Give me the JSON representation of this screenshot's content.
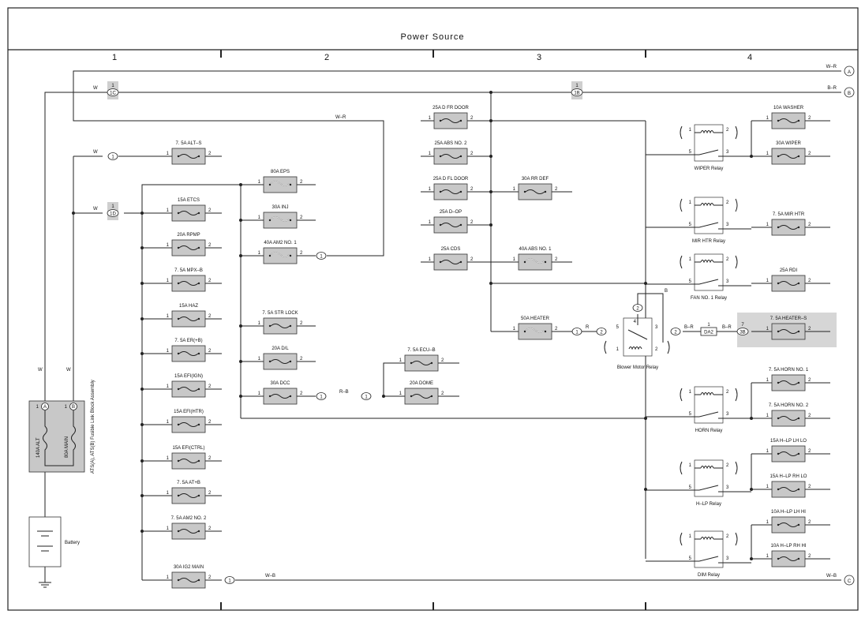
{
  "title": "Power Source",
  "columns": [
    "1",
    "2",
    "3",
    "4"
  ],
  "fuses": [
    {
      "label": "7. 5A ALT–S"
    },
    {
      "label": "15A ETCS"
    },
    {
      "label": "20A RPMP"
    },
    {
      "label": "7. 5A MPX–B"
    },
    {
      "label": "15A HAZ"
    },
    {
      "label": "7. 5A ER(+B)"
    },
    {
      "label": "15A EFI(IGN)"
    },
    {
      "label": "15A EFI(HTR)"
    },
    {
      "label": "15A EFI(CTRL)"
    },
    {
      "label": "7. 5A AT+B"
    },
    {
      "label": "7. 5A AM2 NO. 2"
    },
    {
      "label": "30A IG2 MAIN"
    },
    {
      "label": "80A EPS"
    },
    {
      "label": "30A INJ"
    },
    {
      "label": "40A AM2 NO. 1"
    },
    {
      "label": "7. 5A STR LOCK"
    },
    {
      "label": "20A D/L"
    },
    {
      "label": "30A DCC"
    },
    {
      "label": "7. 5A ECU–B"
    },
    {
      "label": "20A DOME"
    },
    {
      "label": "25A D FR DOOR"
    },
    {
      "label": "25A ABS NO. 2"
    },
    {
      "label": "25A D FL DOOR"
    },
    {
      "label": "25A D–OP"
    },
    {
      "label": "25A CDS"
    },
    {
      "label": "30A RR DEF"
    },
    {
      "label": "40A ABS NO. 1"
    },
    {
      "label": "50A HEATER"
    },
    {
      "label": "10A WASHER"
    },
    {
      "label": "30A WIPER"
    },
    {
      "label": "7. 5A MIR HTR"
    },
    {
      "label": "25A RDI"
    },
    {
      "label": "7. 5A HEATER–S"
    },
    {
      "label": "7. 5A HORN NO. 1"
    },
    {
      "label": "7. 5A HORN NO. 2"
    },
    {
      "label": "15A H–LP LH LO"
    },
    {
      "label": "15A H–LP RH LO"
    },
    {
      "label": "10A H–LP LH HI"
    },
    {
      "label": "10A H–LP RH HI"
    }
  ],
  "relays": [
    {
      "label": "WIPER Relay"
    },
    {
      "label": "MIR HTR Relay"
    },
    {
      "label": "FAN NO. 1 Relay"
    },
    {
      "label": "HORN Relay"
    },
    {
      "label": "H–LP Relay"
    },
    {
      "label": "DIM Relay"
    },
    {
      "label": "Blower Motor Relay"
    }
  ],
  "fusible_link_block": {
    "label": "ATS(A), ATS(B) Fusible Link Block Assembly",
    "link_a": "140A ALT",
    "link_b": "80A MAIN"
  },
  "battery_label": "Battery",
  "outputs": [
    {
      "id": "A",
      "wire": "W–R"
    },
    {
      "id": "B",
      "wire": "B–R"
    },
    {
      "id": "C",
      "wire": "W–B"
    }
  ],
  "wire_colors": {
    "w": "W",
    "wr": "W–R",
    "br": "B–R",
    "rb": "R–B",
    "r": "R",
    "b": "B",
    "wb": "W–B"
  },
  "connectors": {
    "c1c": "1C",
    "c1b": "1B",
    "c1d": "1D",
    "c1": "1",
    "c2": "2",
    "c3b": "3B",
    "da2": "DA2",
    "pin_a": "A",
    "pin_b": "B"
  },
  "pins": {
    "one": "1",
    "two": "2",
    "three": "3",
    "four": "4",
    "five": "5",
    "seven": "7"
  },
  "colors": {
    "fuse_fill": "#c8c8c8",
    "highlight": "#d6d6d6",
    "line": "#222222"
  }
}
